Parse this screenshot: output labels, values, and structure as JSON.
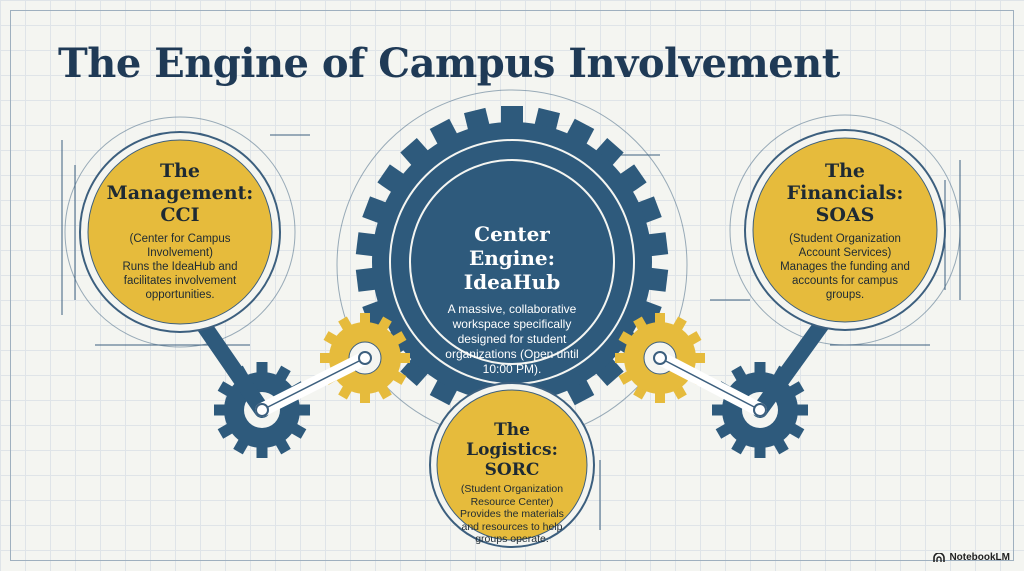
{
  "title": "The Engine of Campus Involvement",
  "nodes": {
    "management": {
      "title_line1": "The",
      "title_line2": "Management:",
      "title_line3": "CCI",
      "subtitle": "(Center for Campus Involvement)",
      "description": "Runs the IdeaHub and facilitates involvement opportunities."
    },
    "center": {
      "title_line1": "Center Engine:",
      "title_line2": "IdeaHub",
      "description": "A massive, collaborative workspace specifically designed for student organizations (Open until 10:00 PM)."
    },
    "financials": {
      "title_line1": "The",
      "title_line2": "Financials:",
      "title_line3": "SOAS",
      "subtitle": "(Student Organization Account Services)",
      "description": "Manages the funding and accounts for campus groups."
    },
    "logistics": {
      "title_line1": "The Logistics:",
      "title_line2": "SORC",
      "subtitle": "(Student Organization Resource Center)",
      "description": "Provides the materials and resources to help groups operate."
    }
  },
  "brand": "NotebookLM",
  "colors": {
    "navy": "#1f3a56",
    "blue": "#2e5a7c",
    "yellow": "#e6bb3c",
    "line": "#3c5f7e"
  }
}
